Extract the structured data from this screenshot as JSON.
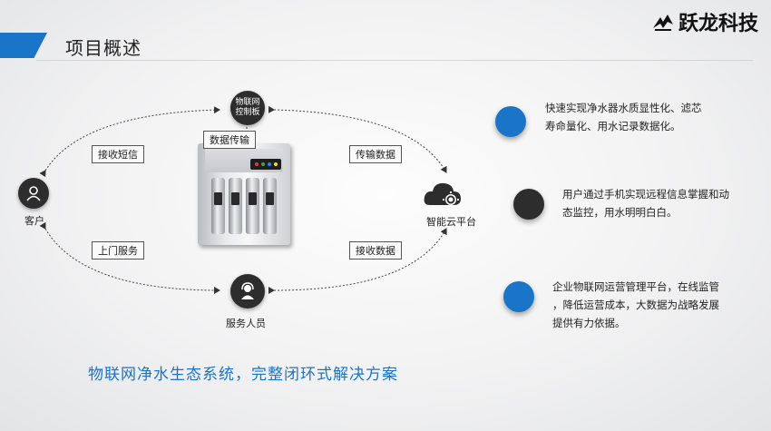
{
  "header": {
    "title": "项目概述",
    "brand": "跃龙科技",
    "accent_color": "#1a74c8"
  },
  "diagram": {
    "nodes": {
      "iot_board": {
        "label": "物联网控制板",
        "icon": "chip-icon"
      },
      "customer": {
        "label": "客户",
        "icon": "user-icon"
      },
      "cloud": {
        "label": "智能云平台",
        "icon": "cloud-gear-icon"
      },
      "service": {
        "label": "服务人员",
        "icon": "headset-user-icon"
      }
    },
    "edges": {
      "data_transfer": "数据传输",
      "receive_sms": "接收短信",
      "transmit_data": "传输数据",
      "onsite_service": "上门服务",
      "receive_data": "接收数据"
    }
  },
  "bullets": [
    {
      "text_line1": "快速实现净水器水质显性化、滤芯",
      "text_line2": "寿命量化、用水记录数据化。",
      "color": "#1a74c8"
    },
    {
      "text_line1": "用户通过手机实现远程信息掌握和动",
      "text_line2": "态监控，用水明明白白。",
      "color": "#2d2d2d"
    },
    {
      "text_line1": "企业物联网运营管理平台，在线监管",
      "text_line2": "，降低运营成本，大数据为战略发展",
      "text_line3": "提供有力依据。",
      "color": "#1a74c8"
    }
  ],
  "tagline": "物联网净水生态系统，完整闭环式解决方案"
}
